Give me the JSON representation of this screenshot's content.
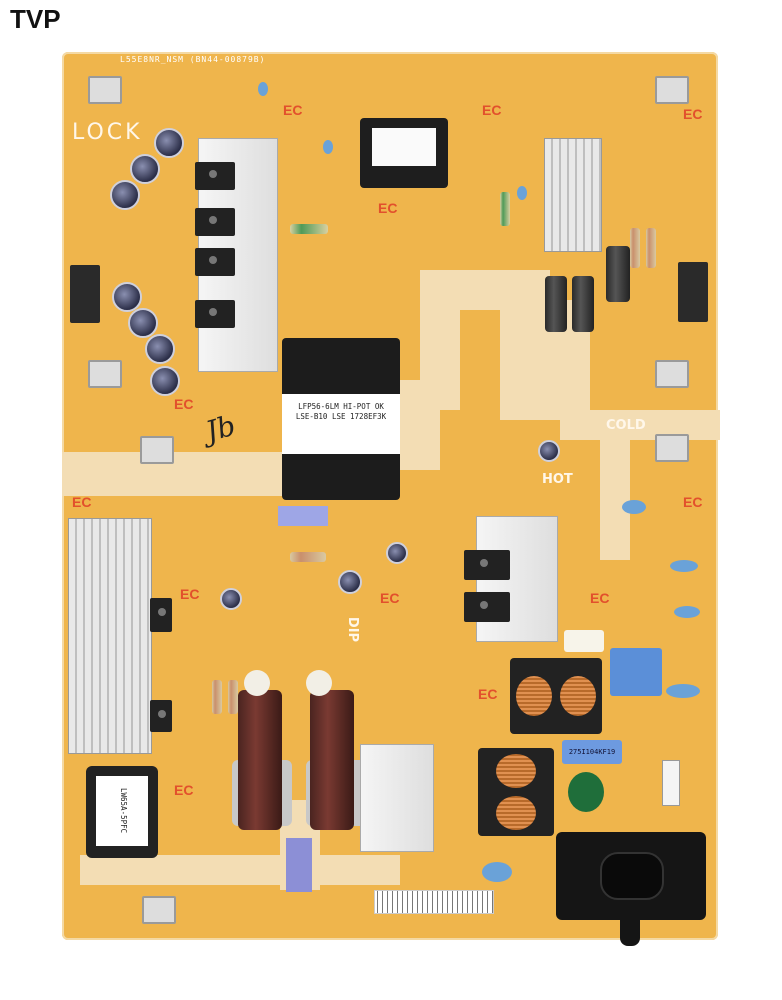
{
  "watermark": "TVP",
  "board": {
    "model_label": "L55E8NR_NSM (BN44-00879B)",
    "lock_label": "LOCK",
    "cold_label": "COLD",
    "hot_label": "HOT",
    "dip_label": "DIP",
    "ec_mark": "EC",
    "transformer_label_line1": "LFP56-6LM HI-POT OK",
    "transformer_label_line2": "LSE-B10 LSE 1728EF3K",
    "x_capacitor_label": "275I104KF19",
    "pfc_coil_label": "LW65A-5PFC",
    "handwritten_mark": "Jb",
    "colors": {
      "pcb": "#efb54c",
      "silkscreen": "#ffffff",
      "ec_marking": "#e2502c"
    }
  }
}
